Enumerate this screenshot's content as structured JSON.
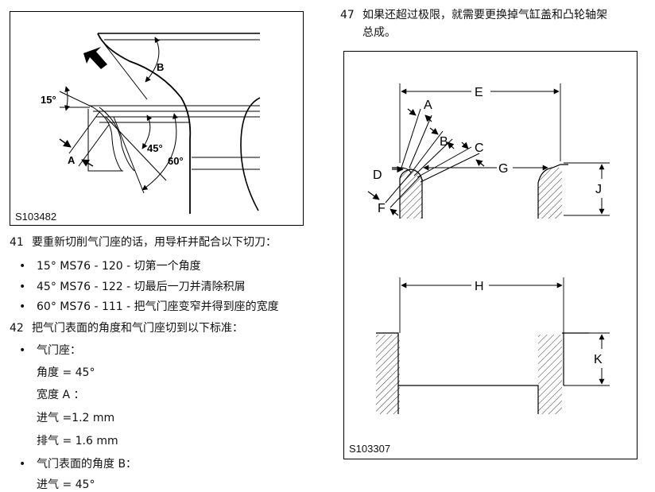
{
  "figure1": {
    "id": "S103482",
    "labels": {
      "angle15": "15°",
      "angle45": "45°",
      "angle60": "60°",
      "a": "A",
      "b": "B"
    }
  },
  "figure2": {
    "id": "S103307",
    "labels": {
      "a": "A",
      "b": "B",
      "c": "C",
      "d": "D",
      "e": "E",
      "f": "F",
      "g": "G",
      "h": "H",
      "j": "J",
      "k": "K"
    }
  },
  "step47": {
    "num": "47",
    "line1": "如果还超过极限，就需要更换掉气缸盖和凸轮轴架",
    "line2": "总成。"
  },
  "step41": {
    "num": "41",
    "text": "要重新切削气门座的话，用导杆并配合以下切刀：",
    "items": [
      "15° MS76 - 120 - 切第一个角度",
      "45° MS76 - 122 - 切最后一刀并清除积屑",
      "60° MS76 - 111 - 把气门座变窄并得到座的宽度"
    ]
  },
  "step42": {
    "num": "42",
    "text": "把气门表面的角度和气门座切到以下标准：",
    "seat_title": "气门座：",
    "angle": "角度 = 45°",
    "width": "宽度 A ：",
    "intake": "进气 =1.2 mm",
    "exhaust": "排气 = 1.6 mm",
    "face_title": "气门表面的角度 B：",
    "face_intake": "进气 = 45°"
  }
}
